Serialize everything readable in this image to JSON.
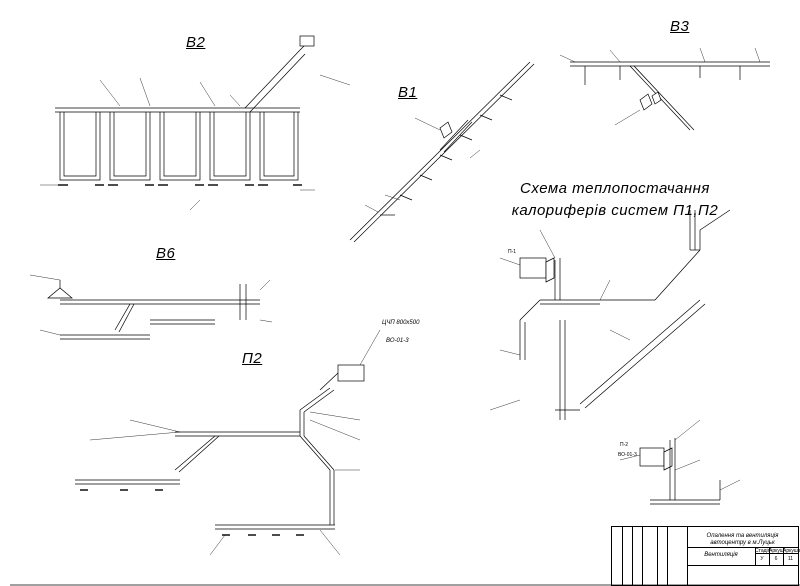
{
  "systems": {
    "v2": "B2",
    "v3": "B3",
    "v1": "B1",
    "v6": "B6",
    "p2": "П2"
  },
  "heat_supply_title": [
    "Схема теплопостачання",
    "калориферів систем П1,П2"
  ],
  "annotations": {
    "p2_unit_top": "ЦЧП 800х500",
    "p2_unit_bottom": "ВО-01-3",
    "p1_unit": "П-1",
    "p2_unit_small": "П-2",
    "p2_unit_small2": "ВО-01-3"
  },
  "title_block": {
    "project_title_line1": "Опалення та вентиляція",
    "project_title_line2": "автоцентру в м.Луцьк",
    "sheet_name": "Вентиляція",
    "stage_label": "Стадія",
    "sheet_label": "Аркуш",
    "sheets_label": "Аркушів",
    "stage_value": "У",
    "sheet_value": "6",
    "sheets_value": "11"
  }
}
